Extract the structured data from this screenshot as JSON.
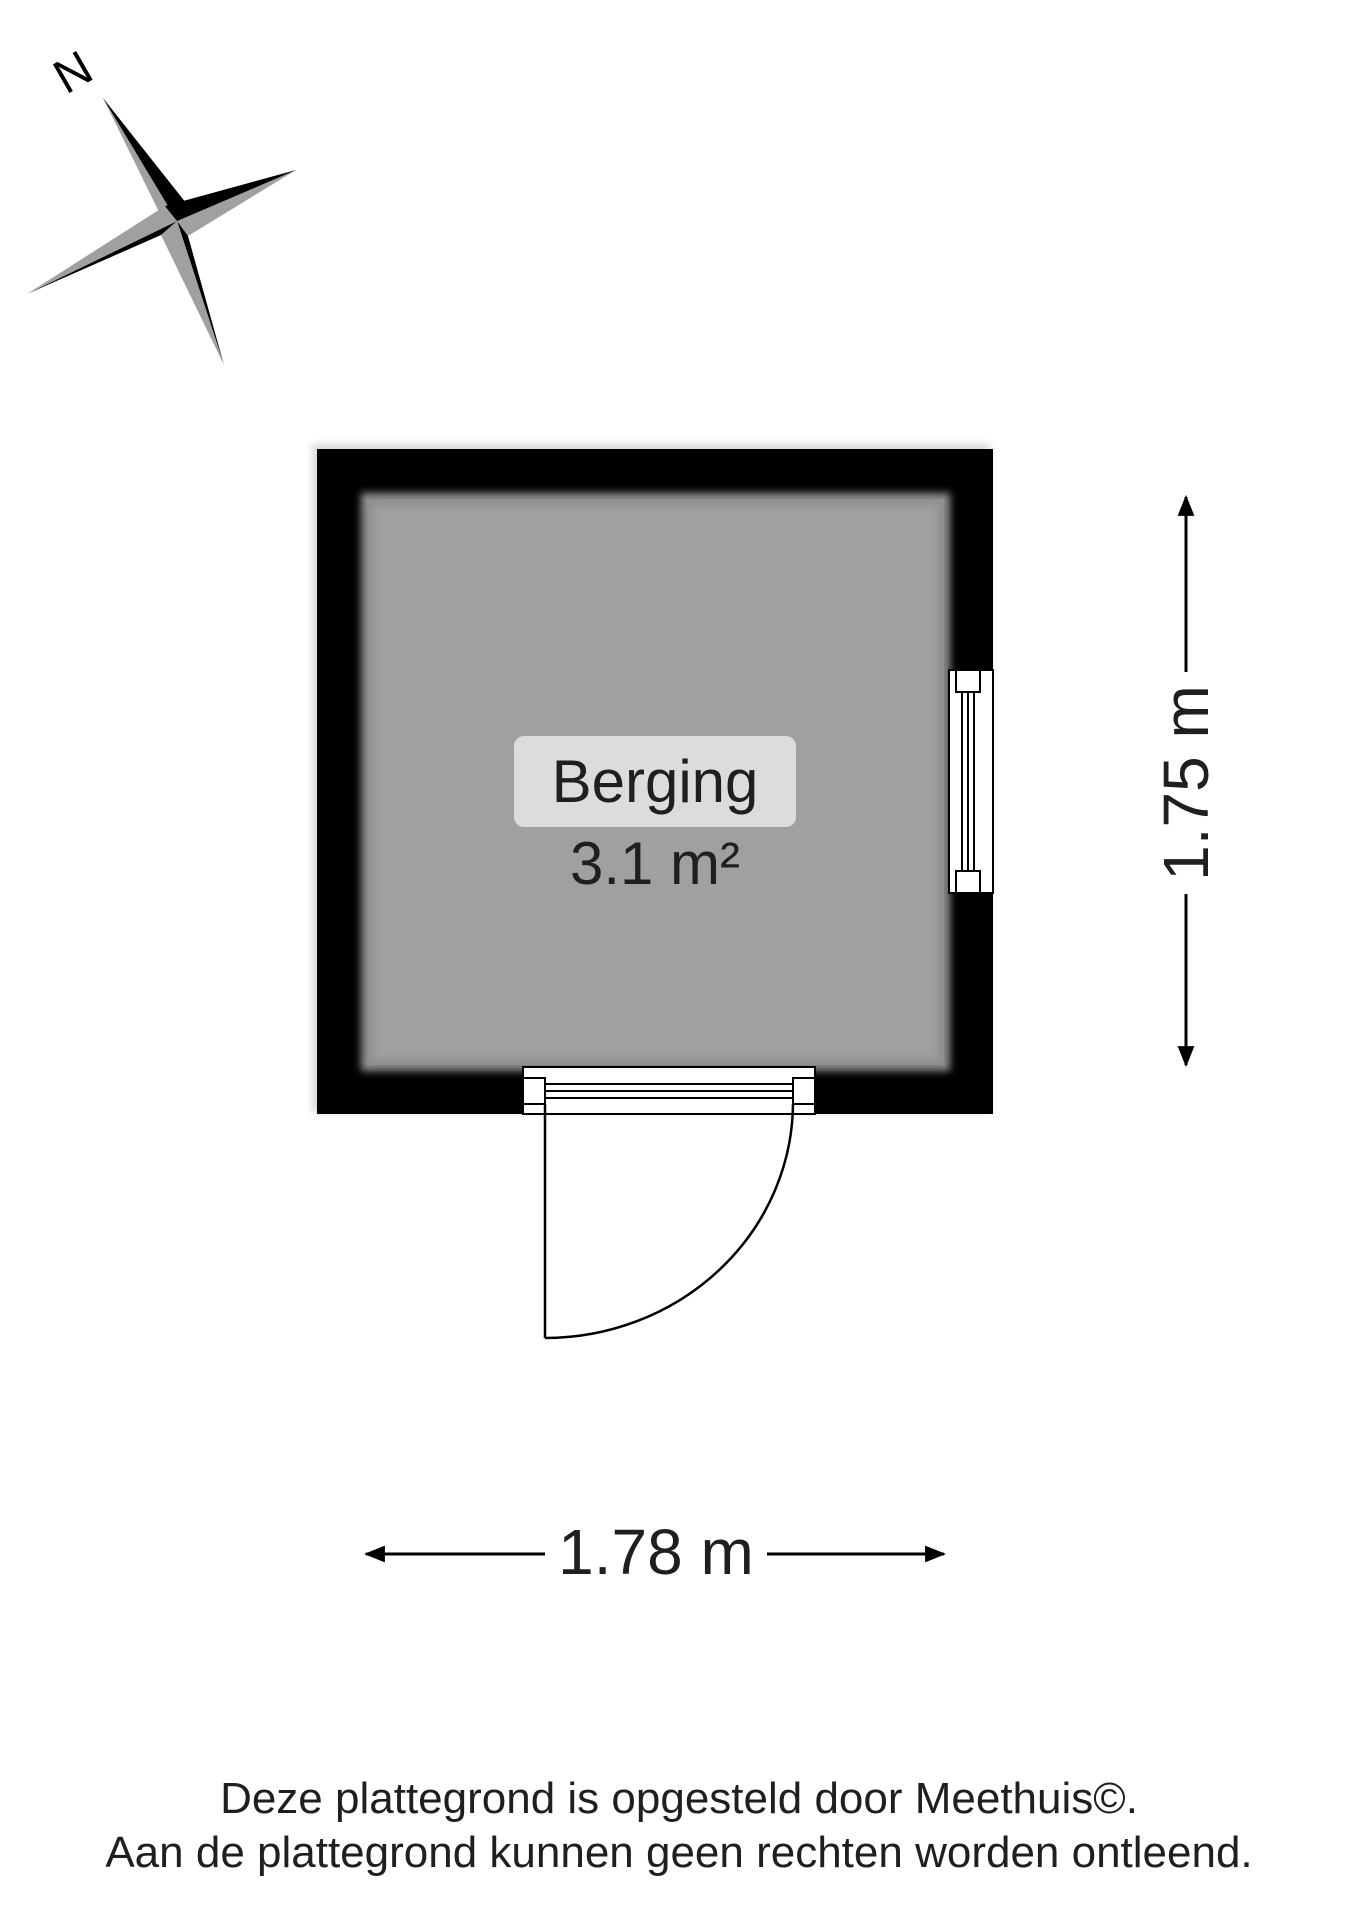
{
  "compass": {
    "north_label": "N",
    "icon": "compass-rose-icon"
  },
  "room": {
    "name": "Berging",
    "area": "3.1 m²"
  },
  "dimensions": {
    "width": "1.78 m",
    "height": "1.75 m"
  },
  "footer": {
    "line1": "Deze plattegrond is opgesteld door Meethuis©.",
    "line2": "Aan de plattegrond kunnen geen rechten worden ontleend."
  },
  "colors": {
    "wall": "#000000",
    "floor": "#a0a0a0",
    "label_box": "#dcdcdc"
  }
}
